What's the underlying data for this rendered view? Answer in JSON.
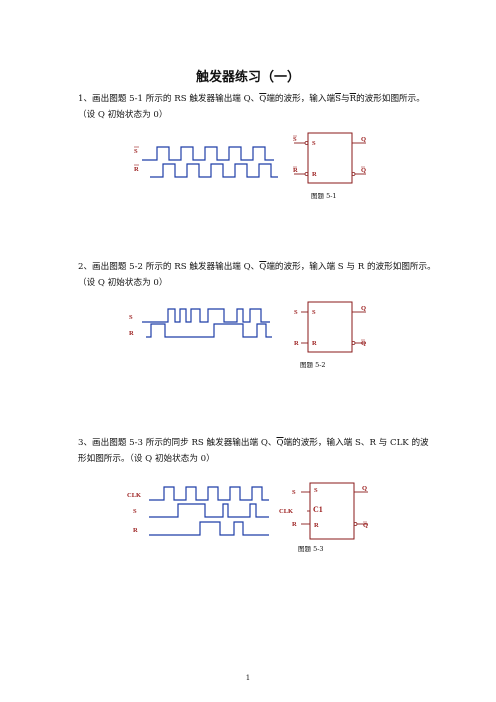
{
  "title": "触发器练习（一）",
  "problems": [
    {
      "line1_a": "1、画出图题 5-1 所示的 RS 触发器输出端 Q、",
      "qbar": "Q",
      "line1_b": "端的波形，输入端",
      "in1": "S",
      "in_mid": "与",
      "in2": "R",
      "line1_c": "的波形如图所示。",
      "line2": "（设 Q 初始状态为 0）",
      "wave_labels": [
        "S",
        "R"
      ],
      "pins": {
        "left_top": "S",
        "left_bot": "R",
        "in_top": "S",
        "in_bot": "R",
        "out_top": "Q",
        "out_bot": "Q"
      },
      "caption": "图题 5-1"
    },
    {
      "line1_a": "2、画出图题 5-2 所示的 RS 触发器输出端 Q、",
      "qbar": "Q",
      "line1_b": "端的波形，输入端 S 与 R 的波形如图所示。",
      "line2": "（设 Q 初始状态为 0）",
      "wave_labels": [
        "S",
        "R"
      ],
      "pins": {
        "left_top": "S",
        "left_bot": "R",
        "in_top": "S",
        "in_bot": "R",
        "out_top": "Q",
        "out_bot": "Q"
      },
      "caption": "图题 5-2"
    },
    {
      "line1_a": "3、画出图题 5-3 所示的同步 RS 触发器输出端 Q、",
      "qbar": "Q",
      "line1_b": "端的波形，输入端 S、R 与 CLK 的波",
      "line2": "形如图所示。（设 Q 初始状态为 0）",
      "wave_labels": [
        "CLK",
        "S",
        "R"
      ],
      "pins": {
        "left_top": "S",
        "left_mid": "CLK",
        "left_bot": "R",
        "in_top": "S",
        "in_mid": "C1",
        "in_bot": "R",
        "out_top": "Q",
        "out_bot": "Q"
      },
      "caption": "图题 5-3"
    }
  ],
  "page_number": "1",
  "colors": {
    "wave": "#1f3ea8",
    "label": "#9a1b1b",
    "box": "#8a1a1a"
  }
}
